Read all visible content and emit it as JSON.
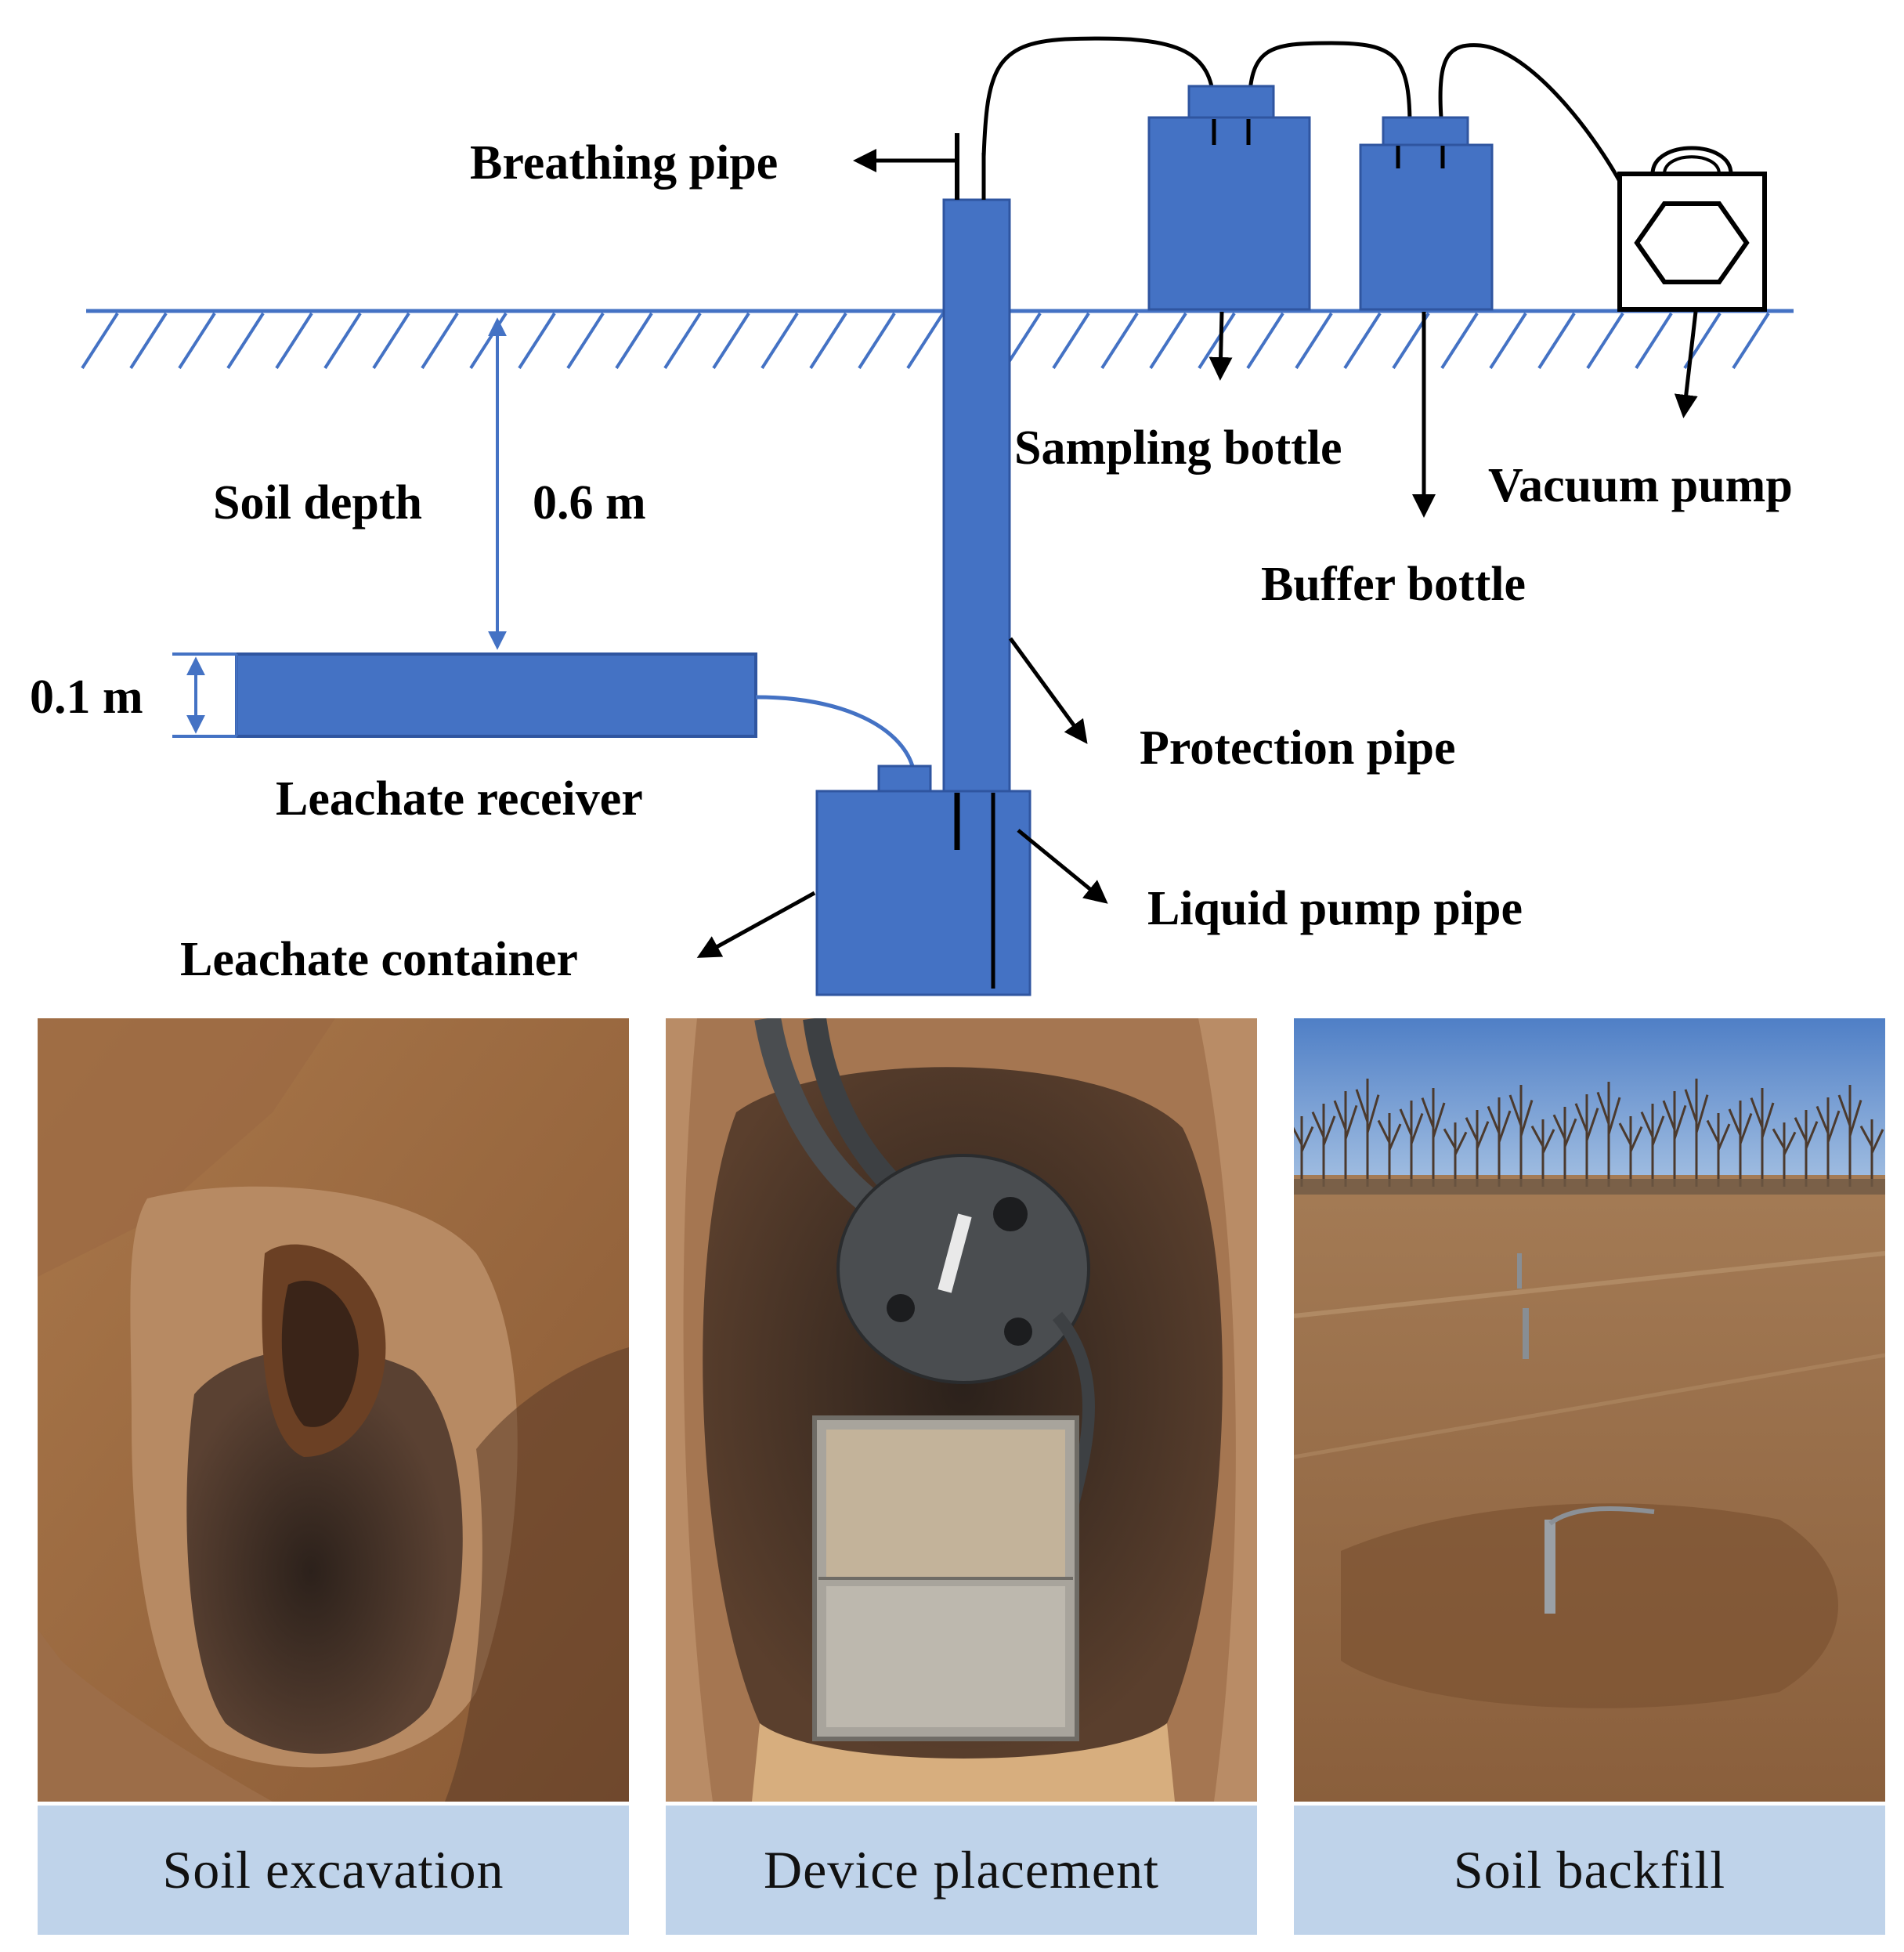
{
  "diagram": {
    "labels": {
      "breathing_pipe": "Breathing pipe",
      "soil_depth": "Soil depth",
      "depth_value": "0.6 m",
      "receiver_height": "0.1 m",
      "sampling_bottle": "Sampling bottle",
      "buffer_bottle": "Buffer bottle",
      "vacuum_pump": "Vacuum  pump",
      "protection_pipe": "Protection pipe",
      "liquid_pump_pipe": "Liquid pump pipe",
      "leachate_receiver": "Leachate  receiver",
      "leachate_container": "Leachate  container"
    },
    "colors": {
      "equipment_blue": "#4472c4",
      "ground_line": "#4472c4"
    }
  },
  "photos": [
    {
      "caption": "Soil excavation",
      "icon": "excavated-pit"
    },
    {
      "caption": "Device placement",
      "icon": "buried-device"
    },
    {
      "caption": "Soil backfill",
      "icon": "field-with-pipe"
    }
  ],
  "colors": {
    "caption_band": "#bfd3ea"
  }
}
